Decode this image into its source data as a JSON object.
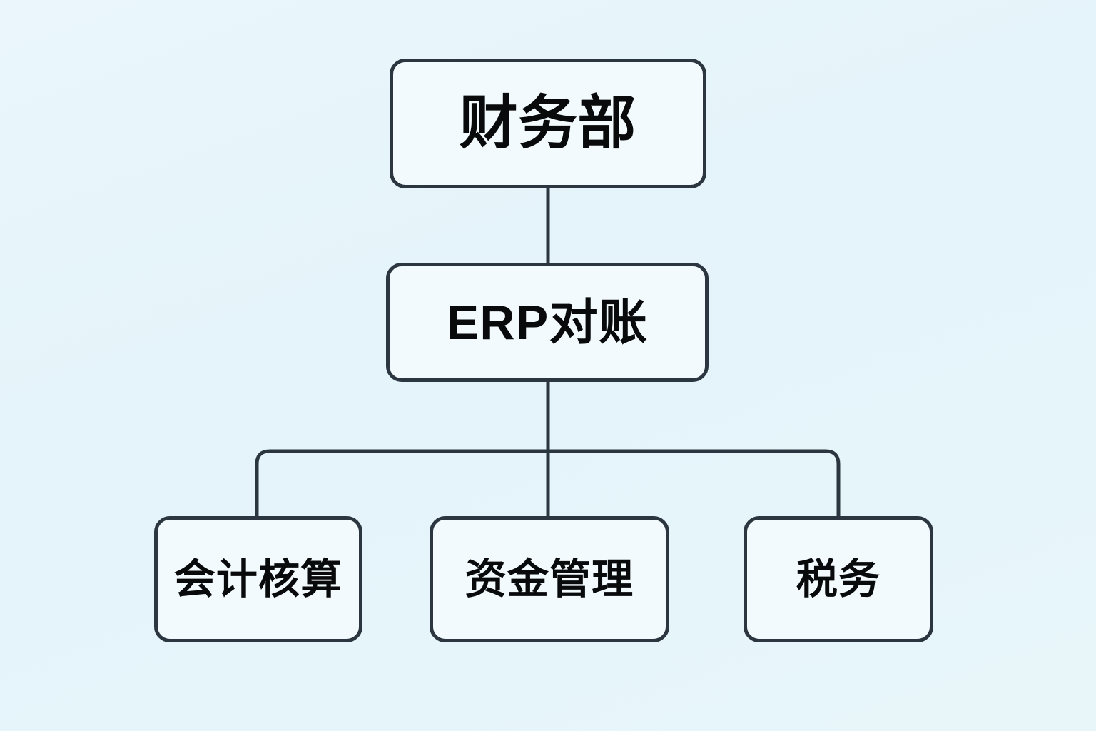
{
  "diagram": {
    "type": "organizational-hierarchy-tree",
    "orientation": "top-down",
    "background_color": "#e8f5fa",
    "node_fill_color": "#f3fafd",
    "node_border_color": "#2b3640",
    "connector_color": "#2b3640",
    "text_color": "#080a0b",
    "levels": [
      {
        "level": 1,
        "nodes": [
          {
            "id": "root",
            "label": "财务部"
          }
        ]
      },
      {
        "level": 2,
        "nodes": [
          {
            "id": "process",
            "label": "ERP对账"
          }
        ]
      },
      {
        "level": 3,
        "nodes": [
          {
            "id": "child-0",
            "label": "会计核算"
          },
          {
            "id": "child-1",
            "label": "资金管理"
          },
          {
            "id": "child-2",
            "label": "税务"
          }
        ]
      }
    ],
    "edges": [
      {
        "from": "财务部",
        "to": "ERP对账"
      },
      {
        "from": "ERP对账",
        "to": "会计核算"
      },
      {
        "from": "ERP对账",
        "to": "资金管理"
      },
      {
        "from": "ERP对账",
        "to": "税务"
      }
    ]
  }
}
